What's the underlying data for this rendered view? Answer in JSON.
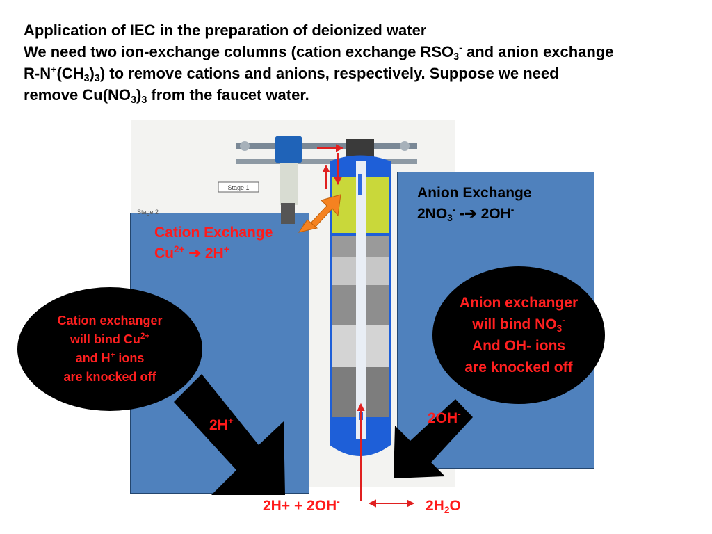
{
  "slide": {
    "title_line1": "Application of IEC in the preparation of deionized water",
    "title_line2_a": "We need two ion-exchange columns (cation exchange RSO",
    "title_line2_sub": "3",
    "title_line2_sup": "-",
    "title_line2_b": " and anion exchange",
    "title_line3_a": "R-N",
    "title_line3_sup": "+",
    "title_line3_b": "(CH",
    "title_line3_sub1": "3",
    "title_line3_c": ")",
    "title_line3_sub2": "3",
    "title_line3_d": ") to remove cations and anions, respectively.  Suppose we need",
    "title_line4_a": "remove Cu(NO",
    "title_line4_sub1": "3",
    "title_line4_b": ")",
    "title_line4_sub2": "3",
    "title_line4_c": " from the faucet water."
  },
  "cation_box": {
    "label": "Cation Exchange",
    "eq_a": "Cu",
    "eq_sup": "2+",
    "eq_arrow": " ➔ ",
    "eq_b": "2H",
    "eq_b_sup": "+"
  },
  "anion_box": {
    "label": "Anion Exchange",
    "eq_a": "2NO",
    "eq_sub": "3",
    "eq_sup": "-",
    "eq_arrow": " -➔ ",
    "eq_b": "2OH",
    "eq_b_sup": "-"
  },
  "cation_ellipse": {
    "line1": "Cation exchanger",
    "line2_a": "will bind Cu",
    "line2_sup": "2+",
    "line3_a": "and H",
    "line3_sup": "+",
    "line3_b": " ions",
    "line4": "are knocked off"
  },
  "anion_ellipse": {
    "line1": "Anion exchanger",
    "line2_a": "will bind NO",
    "line2_sub": "3",
    "line2_sup": "-",
    "line3": "And OH- ions",
    "line4": "are knocked off"
  },
  "ions": {
    "h": "2H",
    "h_sup": "+",
    "oh": "2OH",
    "oh_sup": "-"
  },
  "reaction": {
    "left": "2H+  + 2OH",
    "left_sup": "-",
    "right_a": "2H",
    "right_sub": "2",
    "right_b": "O"
  },
  "photo_caption_small": "Stage 2",
  "photo_tag": "Stage 1",
  "colors": {
    "box_blue": "#4f81bd",
    "red_text": "#ff1a1a",
    "orange_arrow": "#f58220",
    "column_blue": "#1e5fd8",
    "resin_yellow": "#c9d83a"
  }
}
